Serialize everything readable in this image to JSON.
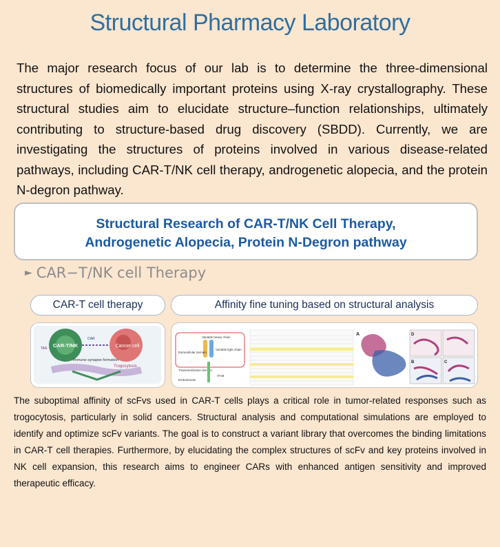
{
  "title": "Structural Pharmacy Laboratory",
  "intro": "The major research focus of our lab is to determine the three-dimensional structures of biomedically important proteins using X-ray crystallography. These structural studies aim to elucidate structure–function relationships, ultimately contributing to structure-based drug discovery (SBDD). Currently, we are investigating the structures of proteins involved in various disease-related pathways, including CAR-T/NK cell therapy, androgenetic alopecia, and the protein N-degron pathway.",
  "banner": {
    "line1": "Structural Research of CAR-T/NK Cell Therapy,",
    "line2": "Androgenetic Alopecia, Protein N-Degron pathway"
  },
  "section": {
    "bullet": "►",
    "heading": "CAR−T/NK cell Therapy"
  },
  "pills": {
    "left": "CAR-T cell therapy",
    "right": "Affinity fine tuning based on structural analysis"
  },
  "figure_left": {
    "car_tnk": "CAR-T/NK",
    "car": "CAR",
    "taa": "TAA",
    "cancer_cell": "Cancer cell",
    "immune_synapse": "Immune synapse formation",
    "trogocytosis": "Trogocytosis"
  },
  "figure_right": {
    "variable_heavy": "Variable heavy chain",
    "variable_light": "Variable light chain",
    "extracellular": "Extracellular domain",
    "transmembrane": "Transmembrane domain",
    "endodomain": "Endodomain",
    "itam": "ITAM",
    "panel_a": "A",
    "panel_b": "B",
    "panel_c": "C",
    "panel_d": "D"
  },
  "body": "The suboptimal affinity of scFvs used in CAR-T cells plays a critical role in tumor-related responses such as trogocytosis, particularly in solid cancers. Structural analysis and computational simulations are employed to identify and optimize scFv variants. The goal is to construct a variant library that overcomes the binding limitations in CAR-T cell therapies. Furthermore, by elucidating the complex structures of scFv and key proteins involved in NK cell expansion, this research aims to engineer CARs with enhanced antigen sensitivity and improved therapeutic efficacy.",
  "colors": {
    "background": "#fbe6d0",
    "title": "#2f6f9f",
    "banner_text": "#1c5aa3"
  }
}
